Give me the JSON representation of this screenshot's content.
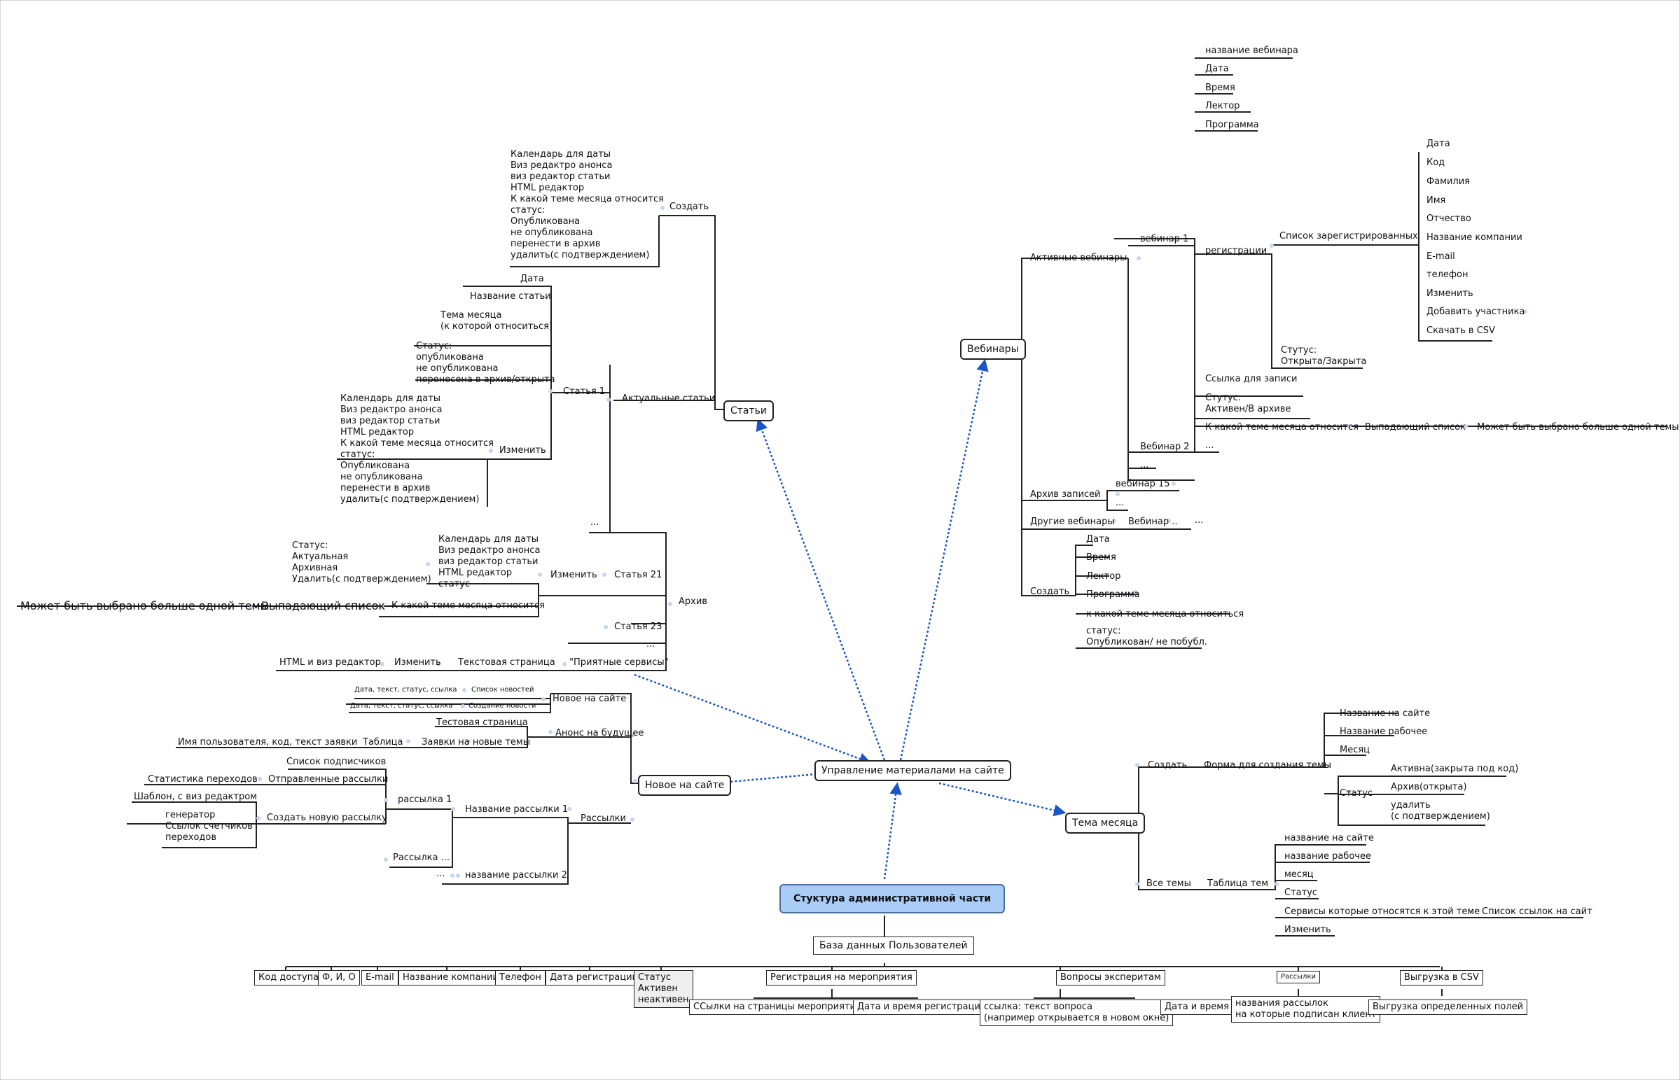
{
  "center": "Управление материалами на сайте",
  "root": "Стуктура административной части",
  "main": {
    "articles": "Статьи",
    "news": "Новое на сайте",
    "webinars": "Вебинары",
    "month_theme": "Тема месяца"
  },
  "articles": {
    "create": "Создать",
    "create_details": "Календарь для даты\nВиз редактро анонса\nвиз редактор статьи\nHTML редактор\nК какой теме месяца относится\nстатус:\nОпубликована\nне опубликована\nперенести в архив\nудалить(с подтверждением)",
    "current": "Актуальные статьи",
    "article1": "Статья 1",
    "a1_date": "Дата",
    "a1_title": "Название статьи",
    "a1_theme": "Тема месяца\n(к которой относиться)",
    "a1_status": "Статус:\nопубликована\nне опубликована\nперенесена в архив/открыта",
    "a1_edit": "Изменить",
    "a1_edit_details": "Календарь для даты\nВиз редактро анонса\nвиз редактор статьи\nHTML редактор\nК какой теме месяца относится\nстатус:\nОпубликована\nне опубликована\nперенести в архив\nудалить(с подтверждением)",
    "current_more": "...",
    "archive": "Архив",
    "article21": "Статья 21",
    "a21_edit": "Изменить",
    "a21_edit_details": "Календарь для даты\nВиз редактро анонса\nвиз редактор статьи\nHTML редактор\nстатус",
    "a21_status": "Статус:\nАктуальная\nАрхивная\nУдалить(с подтверждением)",
    "a21_theme": "К какой теме месяца относится",
    "a21_dropdown": "Выпадающий список",
    "a21_multi": "Может быть выбрано больше одной темы",
    "article23": "Статья 23",
    "archive_more": "...",
    "nice_services": "\"Приятные сервисы\"",
    "text_page": "Текстовая страница",
    "ns_edit": "Изменить",
    "ns_editor": "HTML и виз редактор"
  },
  "news": {
    "new_on_site": "Новое на сайте",
    "news_list": "Список новостей",
    "news_list_fields": "Дата, текст, статус, ссылка",
    "news_create": "Создание новости",
    "news_create_fields": "Дата, текст, статус, ссылка",
    "announce": "Анонс на будущее",
    "text_page": "Тестовая страница",
    "requests": "Заявки на новые темы",
    "table": "Таблица",
    "table_fields": "Имя пользователя, код, текст заявки",
    "mailings": "Рассылки",
    "mailing_name1": "Название рассылки 1",
    "mailing1": "рассылка 1",
    "subscribers": "Список подписчиков",
    "sent": "Отправленные рассылки",
    "stats": "Статистика переходов",
    "create_mailing": "Создать новую рассылку",
    "template": "Шаблон, с виз редактром",
    "generator": "генератор\nСсылок счетчиков\nпереходов",
    "mailing_more": "Рассылка ...",
    "mailing_name2": "название рассылки 2",
    "dots": "..."
  },
  "webinars": {
    "active": "Активные вебинары",
    "webinar1": "вебинар 1",
    "w_name": "название вебинара",
    "w_date": "Дата",
    "w_time": "Время",
    "w_lecturer": "Лектор",
    "w_program": "Программа",
    "registrations": "регистрации",
    "reg_list": "Список зарегистрированных",
    "reg_fields": [
      "Дата",
      "Код",
      "Фамилия",
      "Имя",
      "Отчество",
      "Название компании",
      "E-mail",
      "телефон",
      "Изменить",
      "Добавить участника",
      "Скачать в CSV"
    ],
    "reg_status": "Стутус:\nОткрыта/Закрыта",
    "rec_link": "Ссылка для записи",
    "w_status": "Стутус:\nАктивен/В архиве",
    "w_theme": "К какой теме месяца относится",
    "w_dropdown": "Выпадающий список",
    "w_multi": "Может быть выбрано больше одной темы",
    "webinar2": "Вебинар 2",
    "webinar2_more": "...",
    "active_more": "...",
    "archive": "Архив записей",
    "webinar15": "вебинар 15",
    "archive_more": "...",
    "other": "Другие вебинары",
    "other_webinar": "Вебинар ..",
    "other_more": "...",
    "create": "Создать",
    "create_fields": [
      "Дата",
      "Время",
      "Лектор",
      "Программа",
      "к какой теме месяца относиться"
    ],
    "create_status": "статус:\nОпубликован/ не побубл."
  },
  "month_theme": {
    "create": "Создать",
    "form": "Форма для создания темы",
    "form_fields": [
      "Название на сайте",
      "Название рабочее",
      "Месяц"
    ],
    "status": "Статус",
    "status_values": [
      "Активна(закрыта под код)",
      "Архив(открыта)",
      "удалить\n(с подтверждением)"
    ],
    "all": "Все темы",
    "table": "Таблица тем",
    "table_fields": [
      "название на сайте",
      "название рабочее",
      "месяц",
      "Статус",
      "Сервисы которые относятся к этой теме",
      "Изменить"
    ],
    "links_list": "Список ссылок на сайт"
  },
  "users": {
    "db": "База данных Пользователей",
    "fields": [
      "Код доступа",
      "Ф, И, О",
      "E-mail",
      "Название компании",
      "Телефон",
      "Дата регистрации"
    ],
    "status": "Статус\nАктивен\nнеактивен",
    "event_reg": "Регистрация на мероприятия",
    "event_links": "ССылки на страницы мероприятий",
    "event_time": "Дата и время регистрации",
    "questions": "Вопросы эксперитам",
    "q_link": "ссылка: текст вопроса\n(например открывается в новом окне)",
    "q_time": "Дата и время",
    "mailings": "Рассылки",
    "mailings_names": "названия рассылок\nна которые подписан клиент",
    "csv": "Выгрузка в CSV",
    "csv_fields": "Выгрузка определенных полей"
  },
  "colors": {
    "root_fill": "#a9cdf7",
    "link": "#1a56c4",
    "line": "#222222",
    "bullet": "#9fb9dd"
  }
}
